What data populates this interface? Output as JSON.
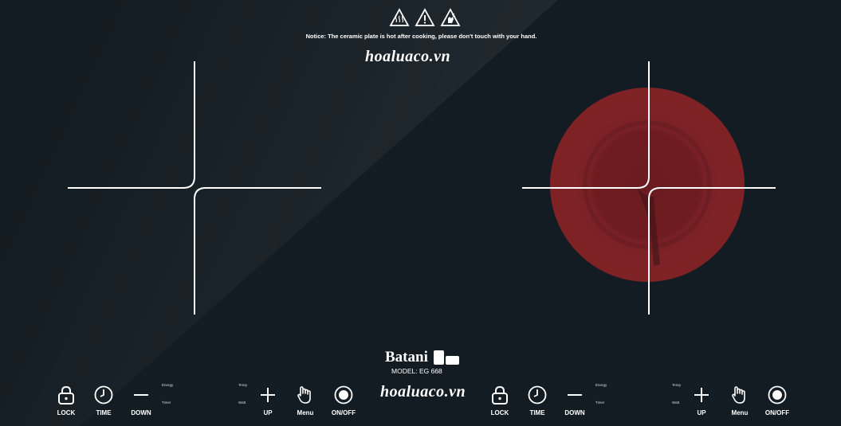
{
  "notice": "Notice: The ceramic plate is hot after cooking, please don't touch with your hand.",
  "watermark_top": "hoaluaco.vn",
  "watermark_bottom": "hoaluaco.vn",
  "warning_icons": [
    "hot-surface-warning-icon",
    "exclamation-warning-icon",
    "hand-burn-warning-icon"
  ],
  "brand": {
    "name": "Batani",
    "model": "MODEL: EG 668"
  },
  "zones": {
    "left": {
      "state": "off",
      "icon": "cross-zone-marker-icon"
    },
    "right": {
      "state": "heating",
      "icon": "cross-zone-marker-icon",
      "glow_color": "#7a1f24"
    }
  },
  "left_panel": {
    "lock": "LOCK",
    "time": "TIME",
    "down": "DOWN",
    "up": "UP",
    "menu": "Menu",
    "onoff": "ON/OFF",
    "energy": "Energy",
    "timer": "Timer",
    "temp": "Temp",
    "watt": "Watt"
  },
  "right_panel": {
    "lock": "LOCK",
    "time": "TIME",
    "down": "DOWN",
    "up": "UP",
    "menu": "Menu",
    "onoff": "ON/OFF",
    "energy": "Energy",
    "timer": "Timer",
    "temp": "Temp",
    "watt": "Watt"
  },
  "colors": {
    "glass": "#131c22",
    "heat": "#7a1f24",
    "text": "#ffffff"
  }
}
